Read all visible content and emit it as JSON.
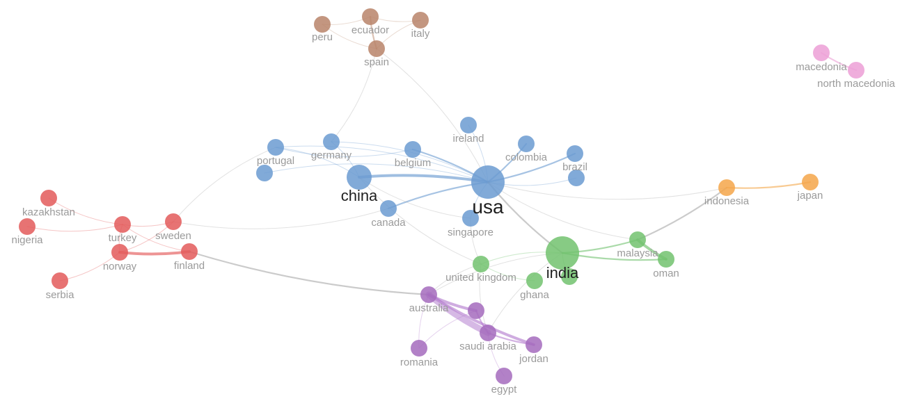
{
  "diagram": {
    "type": "co-authorship country network",
    "cluster_colors": {
      "red": "#e35a5a",
      "blue": "#6b9bd1",
      "green": "#72c26f",
      "purple": "#a46bbd",
      "brown": "#b9846a",
      "orange": "#f4a64a",
      "pink": "#ec9fd6"
    },
    "nodes": [
      {
        "id": "usa",
        "label": "usa",
        "cluster": "blue",
        "weight": "large"
      },
      {
        "id": "china",
        "label": "china",
        "cluster": "blue",
        "weight": "medium"
      },
      {
        "id": "india",
        "label": "india",
        "cluster": "green",
        "weight": "large"
      },
      {
        "id": "portugal",
        "label": "portugal",
        "cluster": "blue",
        "weight": "small"
      },
      {
        "id": "germany",
        "label": "germany",
        "cluster": "blue",
        "weight": "small"
      },
      {
        "id": "belgium",
        "label": "belgium",
        "cluster": "blue",
        "weight": "small"
      },
      {
        "id": "ireland",
        "label": "ireland",
        "cluster": "blue",
        "weight": "small"
      },
      {
        "id": "colombia",
        "label": "colombia",
        "cluster": "blue",
        "weight": "small"
      },
      {
        "id": "brazil",
        "label": "brazil",
        "cluster": "blue",
        "weight": "small"
      },
      {
        "id": "blue-unlabeled-1",
        "label": "",
        "cluster": "blue",
        "weight": "small"
      },
      {
        "id": "blue-unlabeled-2",
        "label": "",
        "cluster": "blue",
        "weight": "small"
      },
      {
        "id": "canada",
        "label": "canada",
        "cluster": "blue",
        "weight": "small"
      },
      {
        "id": "singapore",
        "label": "singapore",
        "cluster": "blue",
        "weight": "small"
      },
      {
        "id": "peru",
        "label": "peru",
        "cluster": "brown",
        "weight": "small"
      },
      {
        "id": "ecuador",
        "label": "ecuador",
        "cluster": "brown",
        "weight": "small"
      },
      {
        "id": "italy",
        "label": "italy",
        "cluster": "brown",
        "weight": "small"
      },
      {
        "id": "spain",
        "label": "spain",
        "cluster": "brown",
        "weight": "small"
      },
      {
        "id": "kazakhstan",
        "label": "kazakhstan",
        "cluster": "red",
        "weight": "small"
      },
      {
        "id": "nigeria",
        "label": "nigeria",
        "cluster": "red",
        "weight": "small"
      },
      {
        "id": "turkey",
        "label": "turkey",
        "cluster": "red",
        "weight": "small"
      },
      {
        "id": "sweden",
        "label": "sweden",
        "cluster": "red",
        "weight": "small"
      },
      {
        "id": "norway",
        "label": "norway",
        "cluster": "red",
        "weight": "small"
      },
      {
        "id": "finland",
        "label": "finland",
        "cluster": "red",
        "weight": "small"
      },
      {
        "id": "serbia",
        "label": "serbia",
        "cluster": "red",
        "weight": "small"
      },
      {
        "id": "malaysia",
        "label": "malaysia",
        "cluster": "green",
        "weight": "small"
      },
      {
        "id": "oman",
        "label": "oman",
        "cluster": "green",
        "weight": "small"
      },
      {
        "id": "united-kingdom",
        "label": "united kingdom",
        "cluster": "green",
        "weight": "small"
      },
      {
        "id": "ghana",
        "label": "ghana",
        "cluster": "green",
        "weight": "small"
      },
      {
        "id": "green-unlabeled",
        "label": "",
        "cluster": "green",
        "weight": "small"
      },
      {
        "id": "australia",
        "label": "australia",
        "cluster": "purple",
        "weight": "small"
      },
      {
        "id": "purple-unlabeled",
        "label": "",
        "cluster": "purple",
        "weight": "small"
      },
      {
        "id": "saudi-arabia",
        "label": "saudi arabia",
        "cluster": "purple",
        "weight": "small"
      },
      {
        "id": "jordan",
        "label": "jordan",
        "cluster": "purple",
        "weight": "small"
      },
      {
        "id": "romania",
        "label": "romania",
        "cluster": "purple",
        "weight": "small"
      },
      {
        "id": "egypt",
        "label": "egypt",
        "cluster": "purple",
        "weight": "small"
      },
      {
        "id": "indonesia",
        "label": "indonesia",
        "cluster": "orange",
        "weight": "small"
      },
      {
        "id": "japan",
        "label": "japan",
        "cluster": "orange",
        "weight": "small"
      },
      {
        "id": "macedonia",
        "label": "macedonia",
        "cluster": "pink",
        "weight": "small"
      },
      {
        "id": "north-macedonia",
        "label": "north macedonia",
        "cluster": "pink",
        "weight": "small"
      }
    ],
    "edges": [
      {
        "source": "usa",
        "target": "china",
        "strength": "strong",
        "color": "blue"
      },
      {
        "source": "usa",
        "target": "portugal",
        "strength": "weak",
        "color": "blue"
      },
      {
        "source": "usa",
        "target": "germany",
        "strength": "weak",
        "color": "blue"
      },
      {
        "source": "usa",
        "target": "belgium",
        "strength": "medium",
        "color": "blue"
      },
      {
        "source": "usa",
        "target": "ireland",
        "strength": "weak",
        "color": "blue"
      },
      {
        "source": "usa",
        "target": "colombia",
        "strength": "medium",
        "color": "blue"
      },
      {
        "source": "usa",
        "target": "brazil",
        "strength": "medium",
        "color": "blue"
      },
      {
        "source": "usa",
        "target": "blue-unlabeled-1",
        "strength": "weak",
        "color": "blue"
      },
      {
        "source": "usa",
        "target": "blue-unlabeled-2",
        "strength": "weak",
        "color": "blue"
      },
      {
        "source": "usa",
        "target": "canada",
        "strength": "medium",
        "color": "blue"
      },
      {
        "source": "usa",
        "target": "singapore",
        "strength": "weak",
        "color": "blue"
      },
      {
        "source": "usa",
        "target": "india",
        "strength": "medium",
        "color": "grey"
      },
      {
        "source": "usa",
        "target": "indonesia",
        "strength": "weak",
        "color": "grey"
      },
      {
        "source": "usa",
        "target": "malaysia",
        "strength": "weak",
        "color": "grey"
      },
      {
        "source": "usa",
        "target": "spain",
        "strength": "weak",
        "color": "grey"
      },
      {
        "source": "china",
        "target": "portugal",
        "strength": "weak",
        "color": "blue"
      },
      {
        "source": "china",
        "target": "germany",
        "strength": "weak",
        "color": "blue"
      },
      {
        "source": "china",
        "target": "singapore",
        "strength": "weak",
        "color": "grey"
      },
      {
        "source": "china",
        "target": "united-kingdom",
        "strength": "weak",
        "color": "grey"
      },
      {
        "source": "portugal",
        "target": "belgium",
        "strength": "weak",
        "color": "blue"
      },
      {
        "source": "germany",
        "target": "spain",
        "strength": "weak",
        "color": "grey"
      },
      {
        "source": "portugal",
        "target": "sweden",
        "strength": "weak",
        "color": "grey"
      },
      {
        "source": "peru",
        "target": "ecuador",
        "strength": "weak",
        "color": "brown"
      },
      {
        "source": "ecuador",
        "target": "italy",
        "strength": "weak",
        "color": "brown"
      },
      {
        "source": "ecuador",
        "target": "spain",
        "strength": "medium",
        "color": "brown"
      },
      {
        "source": "peru",
        "target": "spain",
        "strength": "weak",
        "color": "brown"
      },
      {
        "source": "italy",
        "target": "spain",
        "strength": "weak",
        "color": "brown"
      },
      {
        "source": "kazakhstan",
        "target": "turkey",
        "strength": "weak",
        "color": "red"
      },
      {
        "source": "nigeria",
        "target": "turkey",
        "strength": "weak",
        "color": "red"
      },
      {
        "source": "turkey",
        "target": "sweden",
        "strength": "weak",
        "color": "red"
      },
      {
        "source": "turkey",
        "target": "norway",
        "strength": "weak",
        "color": "red"
      },
      {
        "source": "norway",
        "target": "finland",
        "strength": "strong",
        "color": "red"
      },
      {
        "source": "norway",
        "target": "sweden",
        "strength": "weak",
        "color": "red"
      },
      {
        "source": "serbia",
        "target": "norway",
        "strength": "weak",
        "color": "red"
      },
      {
        "source": "turkey",
        "target": "finland",
        "strength": "weak",
        "color": "red"
      },
      {
        "source": "sweden",
        "target": "canada",
        "strength": "weak",
        "color": "grey"
      },
      {
        "source": "finland",
        "target": "australia",
        "strength": "medium",
        "color": "grey"
      },
      {
        "source": "india",
        "target": "malaysia",
        "strength": "medium",
        "color": "green"
      },
      {
        "source": "india",
        "target": "oman",
        "strength": "medium",
        "color": "green"
      },
      {
        "source": "malaysia",
        "target": "oman",
        "strength": "strong",
        "color": "green"
      },
      {
        "source": "malaysia",
        "target": "indonesia",
        "strength": "medium",
        "color": "grey"
      },
      {
        "source": "india",
        "target": "united-kingdom",
        "strength": "weak",
        "color": "green"
      },
      {
        "source": "india",
        "target": "green-unlabeled",
        "strength": "weak",
        "color": "green"
      },
      {
        "source": "united-kingdom",
        "target": "ghana",
        "strength": "weak",
        "color": "green"
      },
      {
        "source": "india",
        "target": "saudi-arabia",
        "strength": "weak",
        "color": "grey"
      },
      {
        "source": "india",
        "target": "australia",
        "strength": "weak",
        "color": "grey"
      },
      {
        "source": "united-kingdom",
        "target": "australia",
        "strength": "weak",
        "color": "grey"
      },
      {
        "source": "united-kingdom",
        "target": "saudi-arabia",
        "strength": "weak",
        "color": "grey"
      },
      {
        "source": "singapore",
        "target": "united-kingdom",
        "strength": "weak",
        "color": "grey"
      },
      {
        "source": "australia",
        "target": "purple-unlabeled",
        "strength": "strong",
        "color": "purple"
      },
      {
        "source": "australia",
        "target": "saudi-arabia",
        "strength": "very-strong",
        "color": "purple"
      },
      {
        "source": "australia",
        "target": "jordan",
        "strength": "strong",
        "color": "purple"
      },
      {
        "source": "purple-unlabeled",
        "target": "saudi-arabia",
        "strength": "medium",
        "color": "purple"
      },
      {
        "source": "saudi-arabia",
        "target": "jordan",
        "strength": "medium",
        "color": "purple"
      },
      {
        "source": "saudi-arabia",
        "target": "egypt",
        "strength": "weak",
        "color": "purple"
      },
      {
        "source": "australia",
        "target": "romania",
        "strength": "weak",
        "color": "purple"
      },
      {
        "source": "purple-unlabeled",
        "target": "romania",
        "strength": "weak",
        "color": "purple"
      },
      {
        "source": "indonesia",
        "target": "japan",
        "strength": "medium",
        "color": "orange"
      },
      {
        "source": "macedonia",
        "target": "north-macedonia",
        "strength": "medium",
        "color": "pink"
      }
    ]
  }
}
